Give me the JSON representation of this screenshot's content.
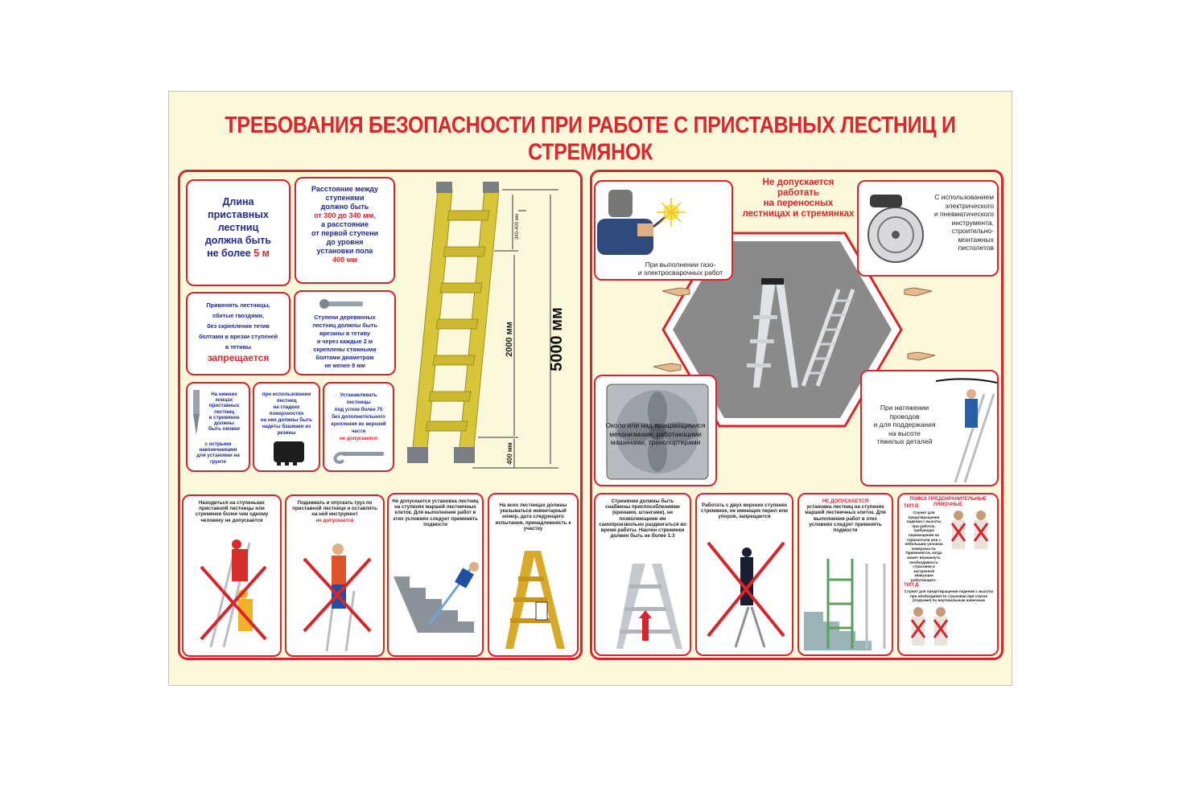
{
  "title": "ТРЕБОВАНИЯ БЕЗОПАСНОСТИ ПРИ РАБОТЕ С ПРИСТАВНЫХ ЛЕСТНИЦ И СТРЕМЯНОК",
  "left": {
    "length": {
      "l1": "Длина",
      "l2": "приставных",
      "l3": "лестниц",
      "l4": "должна быть",
      "l5a": "не более ",
      "l5b": "5 м"
    },
    "spacing": {
      "l1": "Расстояние между",
      "l2": "ступенями",
      "l3": "должно быть",
      "l4": "от 300 до 340 мм,",
      "l5": "а расстояние",
      "l6": "от первой ступени",
      "l7": "до уровня",
      "l8": "установки пола",
      "l9": "400 мм"
    },
    "nails": {
      "l1": "Применять лестницы,",
      "l2": "сбитые гвоздями,",
      "l3": "без скрепления тетив",
      "l4": "болтами и врезки ступеней",
      "l5": "в тетивы",
      "l6": "запрещается"
    },
    "wood_steps": {
      "l1": "Ступени деревянных",
      "l2": "лестниц должны быть",
      "l3": "врезаны в тетиву",
      "l4": "и через каждые 2 м",
      "l5": "скреплены стяжными",
      "l6": "болтами диаметром",
      "l7": "не менее 8 мм"
    },
    "spikes": {
      "l1": "На нижних концах",
      "l2": "приставных лестниц",
      "l3": "и стремянок должны",
      "l4": "быть оковки",
      "l5": "с острыми наконечниками",
      "l6": "для установки на грунте"
    },
    "rubber": {
      "l1": "при использовании лестниц",
      "l2": "на гладких поверхностях",
      "l3": "на них должны быть",
      "l4": "надеты башмаки из резины"
    },
    "angle": {
      "l1": "Устанавливать лестницы",
      "l2": "под углом более 75",
      "l3": "без дополнительного",
      "l4": "крепления их верхней части",
      "l5": "не допускается"
    },
    "dims": {
      "top": "340-400 мм",
      "mid": "2000 мм",
      "bottom": "400 мм",
      "total": "5000 мм"
    }
  },
  "left_bottom": [
    {
      "text": "Находиться на ступеньках приставной лестницы или стремянки более чем одному человеку не допускается"
    },
    {
      "text": "Поднимать и опускать груз по приставной лестнице и оставлять на ней инструмент",
      "red": "не допускается"
    },
    {
      "text": "Не допускается установка лестниц на ступенях маршей лестничных клеток. Для выполнения работ в этих условиях следует применять подмости"
    },
    {
      "text": "На всех лестницах должны указываться инвентарный номер, дата следующего испытания, принадлежность к участку"
    }
  ],
  "right": {
    "center_title": {
      "l1": "Не допускается",
      "l2": "работать",
      "l3": "на переносных",
      "l4": "лестницах и стремянках"
    },
    "welding": {
      "l1": "При выполнении газо-",
      "l2": "и электросварочных работ"
    },
    "tools": {
      "l1": "С использованием",
      "l2": "электрического",
      "l3": "и пневматического",
      "l4": "инструмента,",
      "l5": "строительно-",
      "l6": "монтажных",
      "l7": "пистолетов"
    },
    "fan": {
      "l1": "Около или над вращающимися",
      "l2": "механизмами, работающими",
      "l3": "машинами, транспортерами"
    },
    "wires": {
      "l1": "При натяжении",
      "l2": "проводов",
      "l3": "и для поддержания",
      "l4": "на высоте",
      "l5": "тяжелых деталей"
    }
  },
  "right_bottom": [
    {
      "text": "Стремянки должны быть снабжены приспособлениями (крюками, штангами), не позволяющими им самопроизвольно раздвигаться во время работы. Наклон стремянки должен быть не более 1:3"
    },
    {
      "text": "Работать с двух верхних ступенек стремянок, не имеющих перил или упоров, запрещается"
    },
    {
      "red": "НЕ ДОПУСКАЕТСЯ",
      "text": "установка лестниц на ступенях маршей лестничных клеток. Для выполнения работ в этих условиях следует применять подмости"
    },
    {
      "title": "ПОЯСА ПРЕДОХРАНИТЕЛЬНЫЕ ЛЯМОЧНЫЕ",
      "type_b": "ТИП В",
      "text_b": "Служит для предотвращения падения с высоты при работах, требующих перемещения по горизонтали или с небольшим уклоном поверхности. Применяется, когда может возникнуть необходимость страховки и экстренной эвакуации работающего.",
      "type_d": "ТИП Д",
      "text_d": "Служит для предотвращения падения с высоты при необходимости страховки при спуске (подъеме) по вертикальным навесным лестницам, скобам или опорам линий связи и электропередачи. Применяется, когда может возникнуть необходимость страховки и экстренной эвакуации работающего."
    }
  ],
  "colors": {
    "red": "#e0242b",
    "navy": "#1f2a8c",
    "cream": "#fcf8dc",
    "ladder": "#d9c53a"
  }
}
